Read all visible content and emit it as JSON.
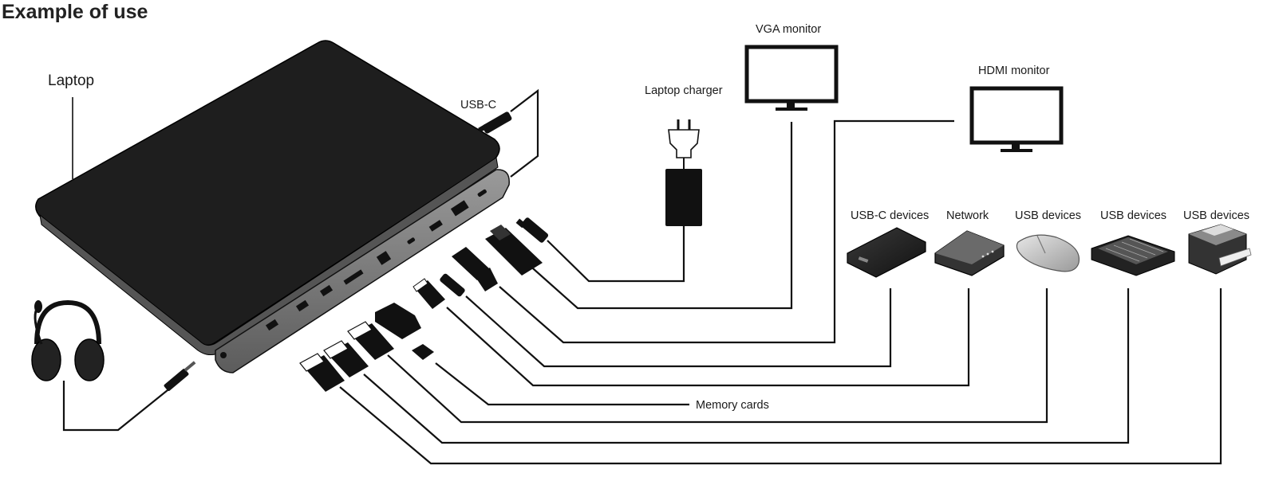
{
  "title": "Example of use",
  "labels": {
    "laptop": "Laptop",
    "usb_c": "USB-C",
    "laptop_charger": "Laptop charger",
    "vga_monitor": "VGA monitor",
    "hdmi_monitor": "HDMI monitor",
    "usb_c_devices": "USB-C devices",
    "network": "Network",
    "usb_devices_1": "USB devices",
    "usb_devices_2": "USB devices",
    "usb_devices_3": "USB devices",
    "memory_cards": "Memory cards"
  },
  "icons": {
    "laptop": "laptop-icon",
    "dock": "docking-station-icon",
    "headset": "headset-icon",
    "audio_jack": "audio-jack-icon",
    "charger": "power-adapter-icon",
    "vga_monitor": "monitor-icon",
    "hdmi_monitor": "monitor-icon",
    "usb_c_device": "external-drive-icon",
    "network_device": "router-icon",
    "mouse": "mouse-icon",
    "keyboard": "keyboard-icon",
    "printer": "printer-icon",
    "sd_card": "sd-card-icon",
    "micro_sd_card": "micro-sd-card-icon"
  },
  "colors": {
    "laptop_body": "#1e1e1e",
    "dock_body": "#7d7d7d",
    "line": "#111111"
  }
}
